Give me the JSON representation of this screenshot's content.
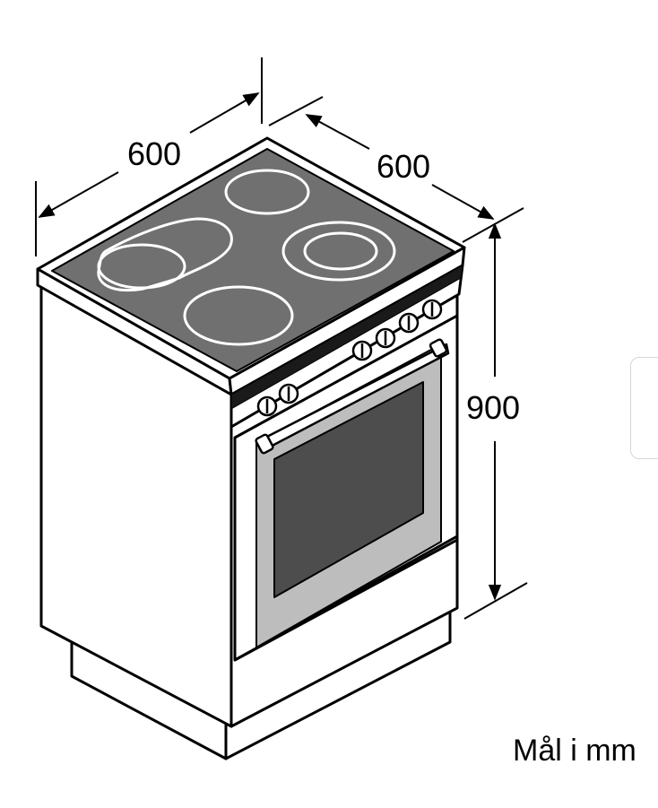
{
  "dimensions": {
    "width": "600",
    "depth": "600",
    "height": "900"
  },
  "caption": "Mål i mm",
  "colors": {
    "line": "#000000",
    "hob_surface": "#707070",
    "oven_frame": "#bdbdbd",
    "oven_glass": "#4d4d4d",
    "cooking_zone": "#ffffff",
    "panel": "#ffffff"
  }
}
